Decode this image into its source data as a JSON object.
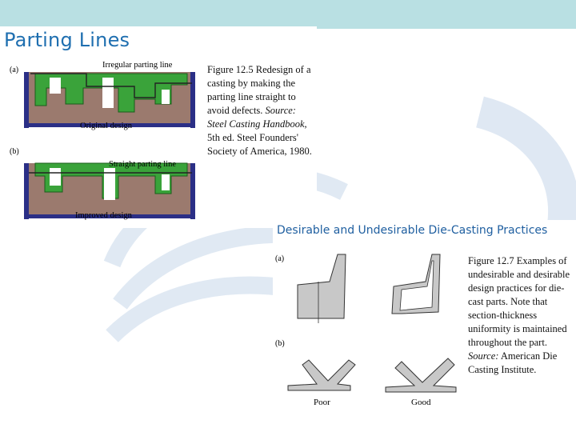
{
  "slide": {
    "title": "Parting Lines",
    "subtitle": "Desirable and Undesirable Die-Casting Practices"
  },
  "figure_12_5": {
    "label_a": "(a)",
    "label_b": "(b)",
    "annotation_a": "Irregular parting line",
    "annotation_b": "Straight parting line",
    "design_a": "Original design",
    "design_b": "Improved design",
    "caption_head": "Figure 12.5 Redesign of a casting by making the parting line straight to avoid defects.",
    "caption_source_label": "Source:",
    "caption_source_title": "Steel Casting Handbook,",
    "caption_tail": "5th ed. Steel Founders' Society of America, 1980."
  },
  "figure_12_7": {
    "label_a": "(a)",
    "label_b": "(b)",
    "poor": "Poor",
    "good": "Good",
    "caption_head": "Figure 12.7 Examples of undesirable and desirable design practices for die-cast parts. Note that section-thickness uniformity is maintained throughout the part.",
    "caption_source_label": "Source:",
    "caption_tail": "American Die Casting Institute."
  },
  "colors": {
    "top_bar": "#b9e0e3",
    "title": "#1f6fb0",
    "mold": "#9b7a6e",
    "casting": "#3aa33a",
    "flask": "#2b2f86",
    "part_grey": "#c8c8c8"
  }
}
